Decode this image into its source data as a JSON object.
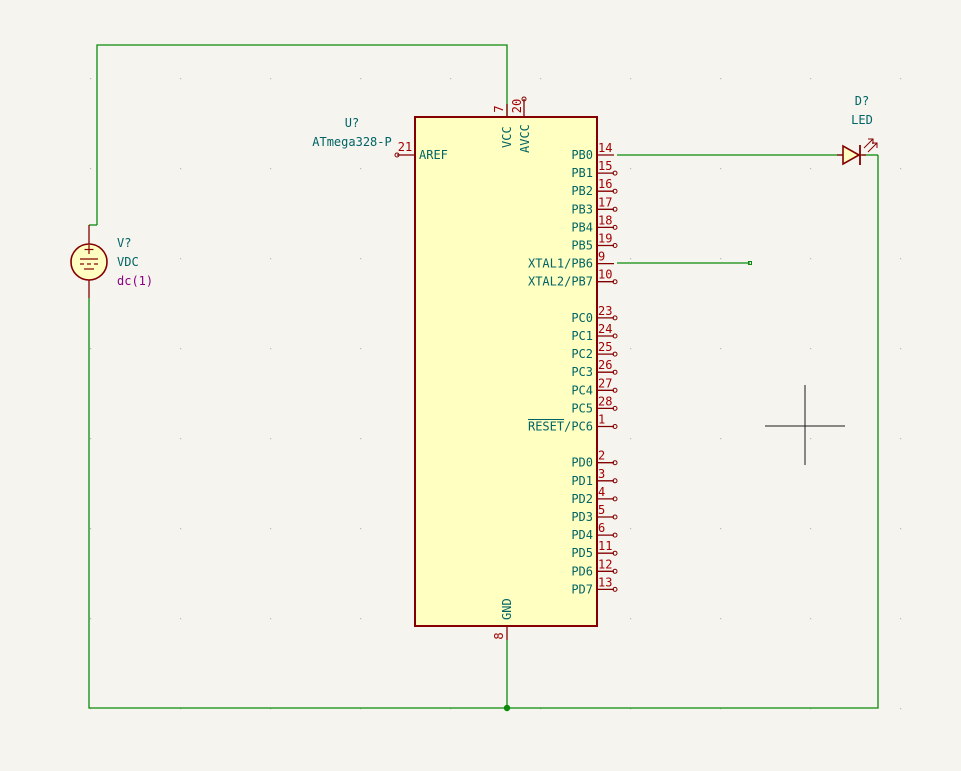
{
  "canvas": {
    "background": "#f5f4ef",
    "wire_color": "#0b8a0b",
    "body_outline": "#840000",
    "body_fill": "#ffffc2"
  },
  "mcu": {
    "reference": "U?",
    "value": "ATmega328-P",
    "left_pin": {
      "name": "AREF",
      "number": "21"
    },
    "top_pins": [
      {
        "name": "VCC",
        "number": "7"
      },
      {
        "name": "AVCC",
        "number": "20"
      }
    ],
    "bottom_pin": {
      "name": "GND",
      "number": "8"
    },
    "right_pins": [
      {
        "name": "PB0",
        "number": "14"
      },
      {
        "name": "PB1",
        "number": "15"
      },
      {
        "name": "PB2",
        "number": "16"
      },
      {
        "name": "PB3",
        "number": "17"
      },
      {
        "name": "PB4",
        "number": "18"
      },
      {
        "name": "PB5",
        "number": "19"
      },
      {
        "name": "XTAL1/PB6",
        "number": "9"
      },
      {
        "name": "XTAL2/PB7",
        "number": "10"
      },
      {
        "name": "PC0",
        "number": "23"
      },
      {
        "name": "PC1",
        "number": "24"
      },
      {
        "name": "PC2",
        "number": "25"
      },
      {
        "name": "PC3",
        "number": "26"
      },
      {
        "name": "PC4",
        "number": "27"
      },
      {
        "name": "PC5",
        "number": "28"
      },
      {
        "name": "RESET/PC6",
        "number": "1",
        "overbar": "RESET"
      },
      {
        "name": "PD0",
        "number": "2"
      },
      {
        "name": "PD1",
        "number": "3"
      },
      {
        "name": "PD2",
        "number": "4"
      },
      {
        "name": "PD3",
        "number": "5"
      },
      {
        "name": "PD4",
        "number": "6"
      },
      {
        "name": "PD5",
        "number": "11"
      },
      {
        "name": "PD6",
        "number": "12"
      },
      {
        "name": "PD7",
        "number": "13"
      }
    ]
  },
  "source": {
    "reference": "V?",
    "value": "VDC",
    "spice": "dc(1)"
  },
  "led": {
    "reference": "D?",
    "value": "LED"
  }
}
